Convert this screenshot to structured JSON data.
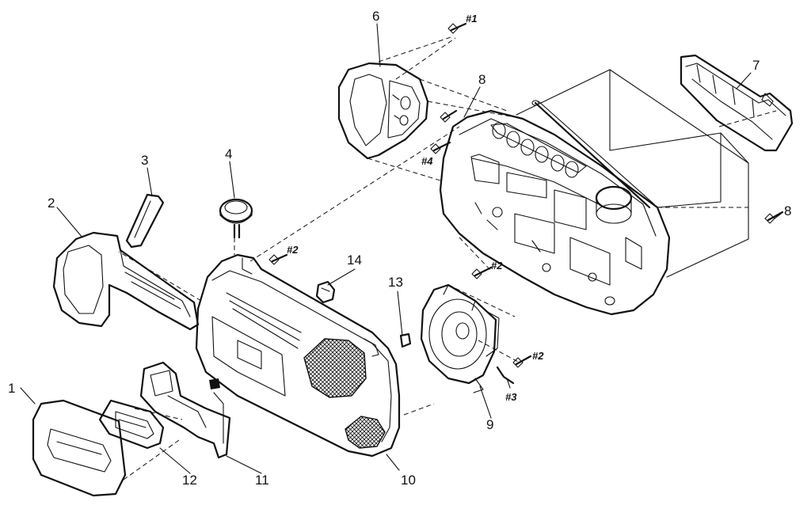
{
  "diagram": {
    "part_numbers": {
      "p1": "1",
      "p2": "2",
      "p3": "3",
      "p4": "4",
      "p6": "6",
      "p7": "7",
      "p8a": "8",
      "p8b": "8",
      "p9": "9",
      "p10": "10",
      "p11": "11",
      "p12": "12",
      "p13": "13",
      "p14": "14"
    },
    "screw_labels": {
      "s1": "#1",
      "s2a": "#2",
      "s2b": "#2",
      "s2c": "#2",
      "s3": "#3",
      "s4": "#4"
    }
  }
}
